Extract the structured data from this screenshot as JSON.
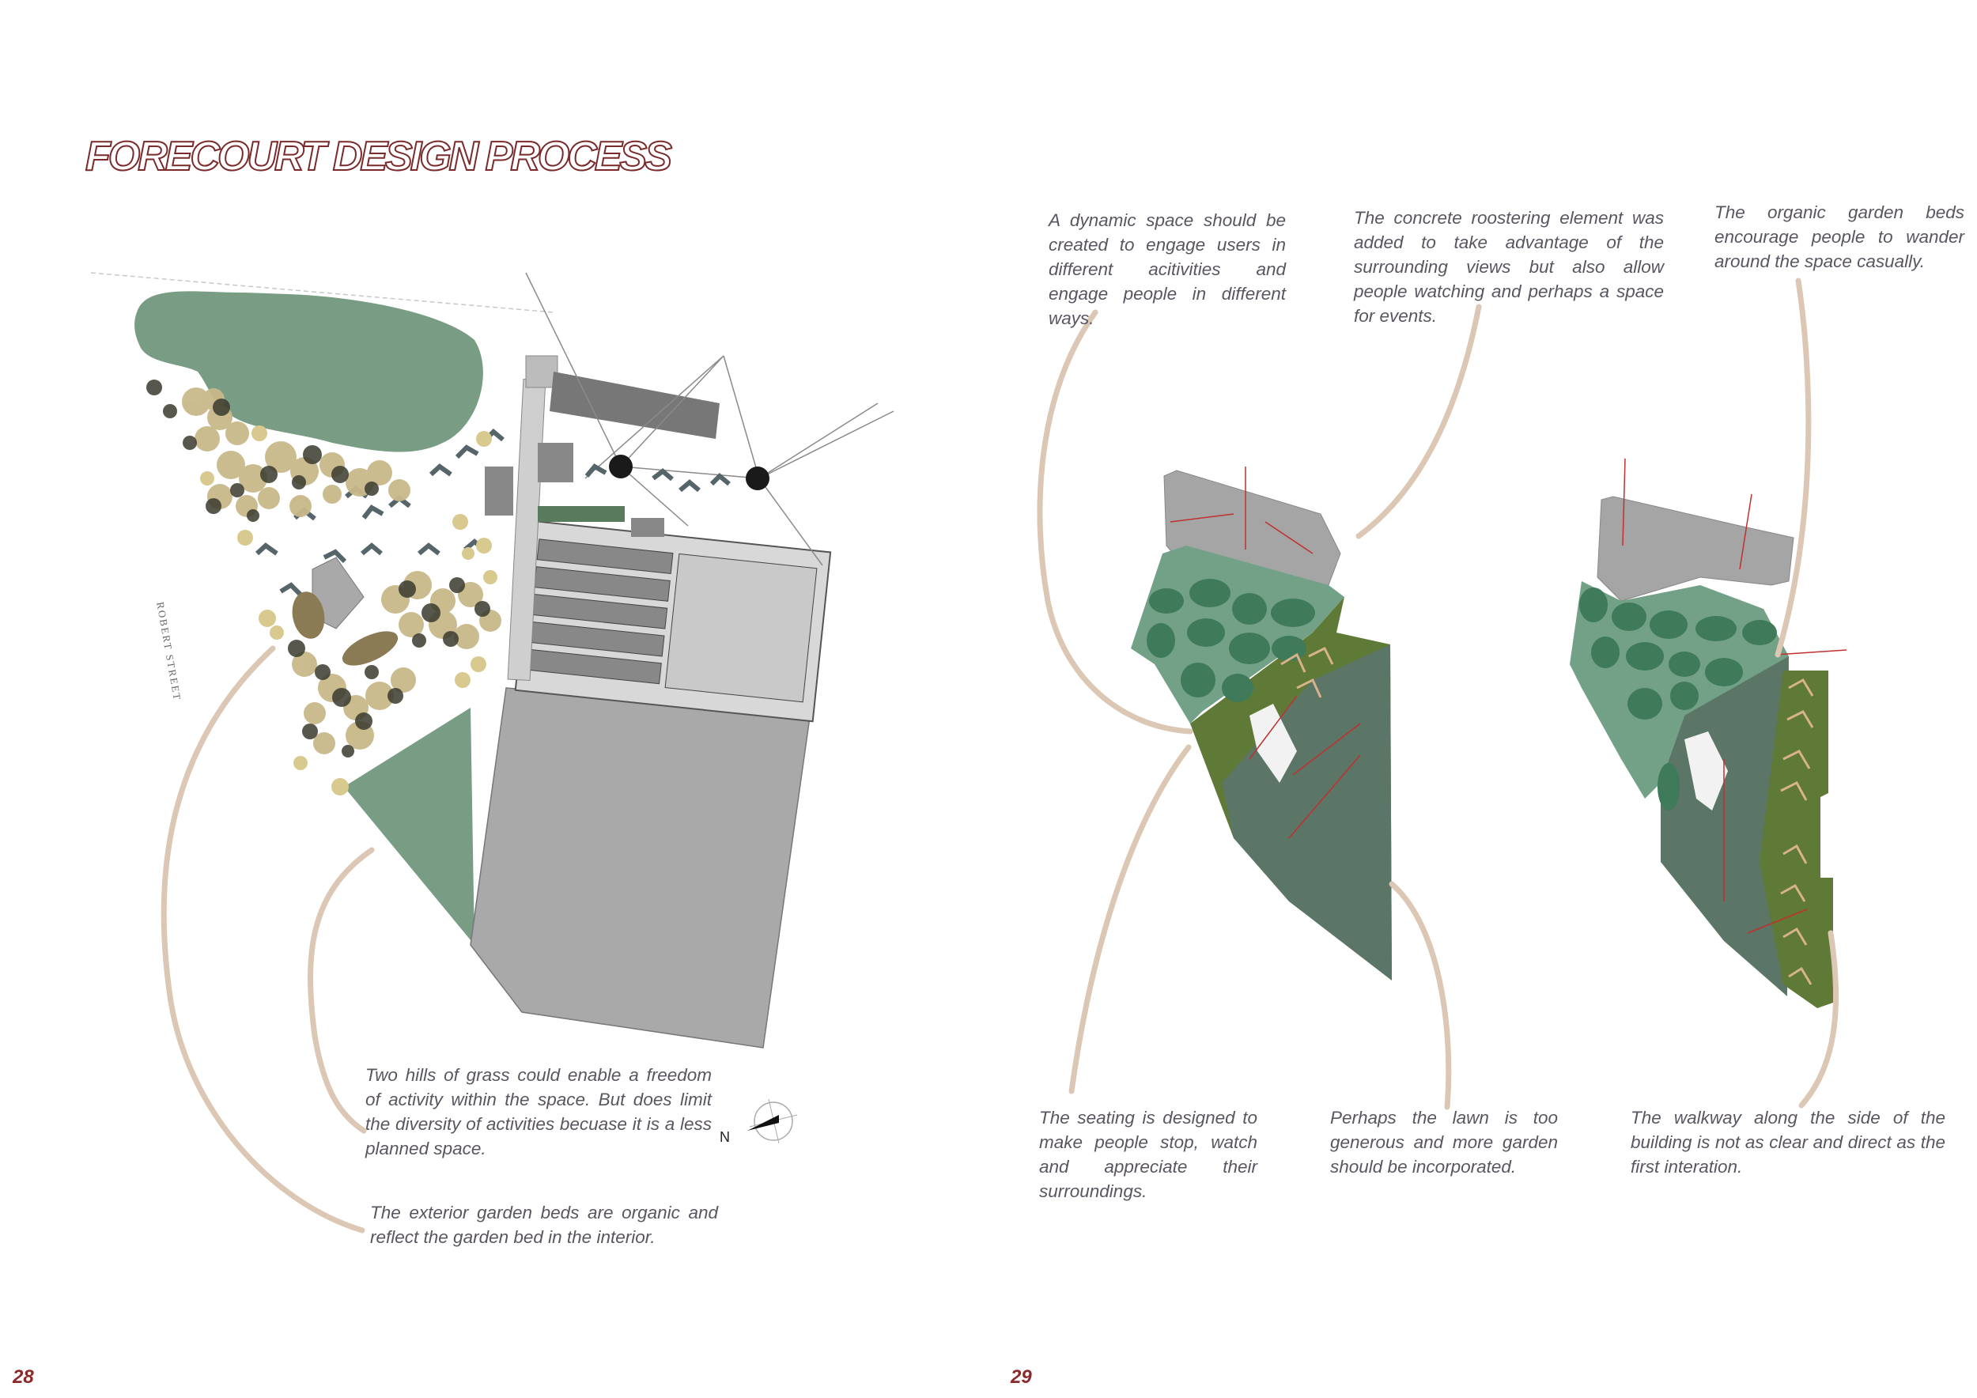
{
  "left_page": {
    "title": "FORECOURT DESIGN PROCESS",
    "street_label": "ROBERT STREET",
    "north_label": "N",
    "notes": {
      "hills": "Two hills of grass could enable a freedom of activity within the space. But does limit the diversity of activities becuase it is a less planned space.",
      "beds": "The exterior garden beds are organic and reflect the garden bed in the interior."
    },
    "page_number": "28"
  },
  "right_page": {
    "notes": {
      "dynamic": "A dynamic space should be created to engage users in different acitivities and engage people in different ways.",
      "concrete": "The concrete roostering element was added to take advantage of the surrounding views but also allow people watching and perhaps a space for events.",
      "organic": "The organic garden beds encourage people to wander around the space casually.",
      "seating": "The seating is designed to make people stop, watch and appreciate their surroundings.",
      "lawn": "Perhaps the lawn is too generous and more garden should be incorporated.",
      "walkway": "The walkway along the side of the building is not as clear and direct as the first interation."
    },
    "page_number": "29"
  },
  "colors": {
    "title_outline": "#7a2a2a",
    "leader_line": "#dcc6b4",
    "lawn_green": "#789c84",
    "dark_green": "#5b7567",
    "olive_green": "#5f7a36",
    "garden_bed": "#3f7a5a",
    "building_grey": "#a9a9a9",
    "note_text": "#5a5560",
    "page_number": "#8b2a2a"
  }
}
